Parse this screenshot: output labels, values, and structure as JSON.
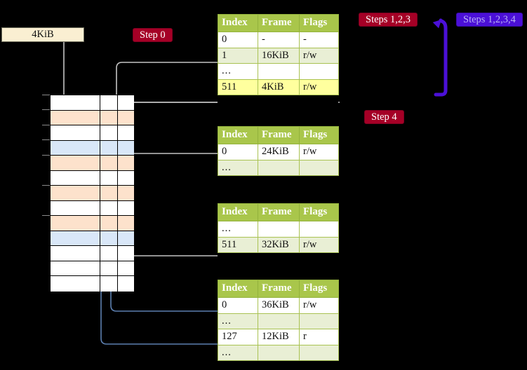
{
  "diagram": {
    "title_hidden": "",
    "background_color": "#000000"
  },
  "memory_box": {
    "label": "4KiB"
  },
  "badges": {
    "step0": "Step 0",
    "step4": "Step 4",
    "steps123": "Steps 1,2,3",
    "steps1234": "Steps 1,2,3,4",
    "red_color": "#A50026",
    "violet_bg_color": "#4B10D8",
    "violet_text_color": "#B9B0F5"
  },
  "columns": {
    "index": "Index",
    "frame": "Frame",
    "flags": "Flags"
  },
  "tables": [
    {
      "name": "pml4-table",
      "rows": [
        {
          "index": "0",
          "frame": "-",
          "flags": "-",
          "style": "plain",
          "highlight": false
        },
        {
          "index": "1",
          "frame": "16KiB",
          "flags": "r/w",
          "style": "alt",
          "highlight": false
        },
        {
          "index": "...",
          "frame": "",
          "flags": "",
          "style": "plain",
          "highlight": false
        },
        {
          "index": "511",
          "frame": "4KiB",
          "flags": "r/w",
          "style": "alt",
          "highlight": true
        }
      ]
    },
    {
      "name": "pdpt-table",
      "rows": [
        {
          "index": "0",
          "frame": "24KiB",
          "flags": "r/w",
          "style": "plain",
          "highlight": false
        },
        {
          "index": "...",
          "frame": "",
          "flags": "",
          "style": "alt",
          "highlight": false
        }
      ]
    },
    {
      "name": "pd-table",
      "rows": [
        {
          "index": "...",
          "frame": "",
          "flags": "",
          "style": "plain",
          "highlight": false
        },
        {
          "index": "511",
          "frame": "32KiB",
          "flags": "r/w",
          "style": "alt",
          "highlight": false
        }
      ]
    },
    {
      "name": "pt-table",
      "rows": [
        {
          "index": "0",
          "frame": "36KiB",
          "flags": "r/w",
          "style": "plain",
          "highlight": false
        },
        {
          "index": "...",
          "frame": "",
          "flags": "",
          "style": "alt",
          "highlight": false
        },
        {
          "index": "127",
          "frame": "12KiB",
          "flags": "r",
          "style": "plain",
          "highlight": false
        },
        {
          "index": "...",
          "frame": "",
          "flags": "",
          "style": "alt",
          "highlight": false
        }
      ]
    }
  ],
  "memory_grid": {
    "fills": [
      "white",
      "orange",
      "white",
      "blue",
      "orange",
      "white",
      "orange",
      "white",
      "orange",
      "blue",
      "white",
      "white",
      "white"
    ],
    "colors": {
      "white": "#ffffff",
      "orange": "#FDE2CC",
      "blue": "#D9E7F8"
    }
  },
  "connector_colors": {
    "down_arrow": "#BDBDBD",
    "up_arrow": "#5C7FB0",
    "bracket": "#4B10D8"
  }
}
